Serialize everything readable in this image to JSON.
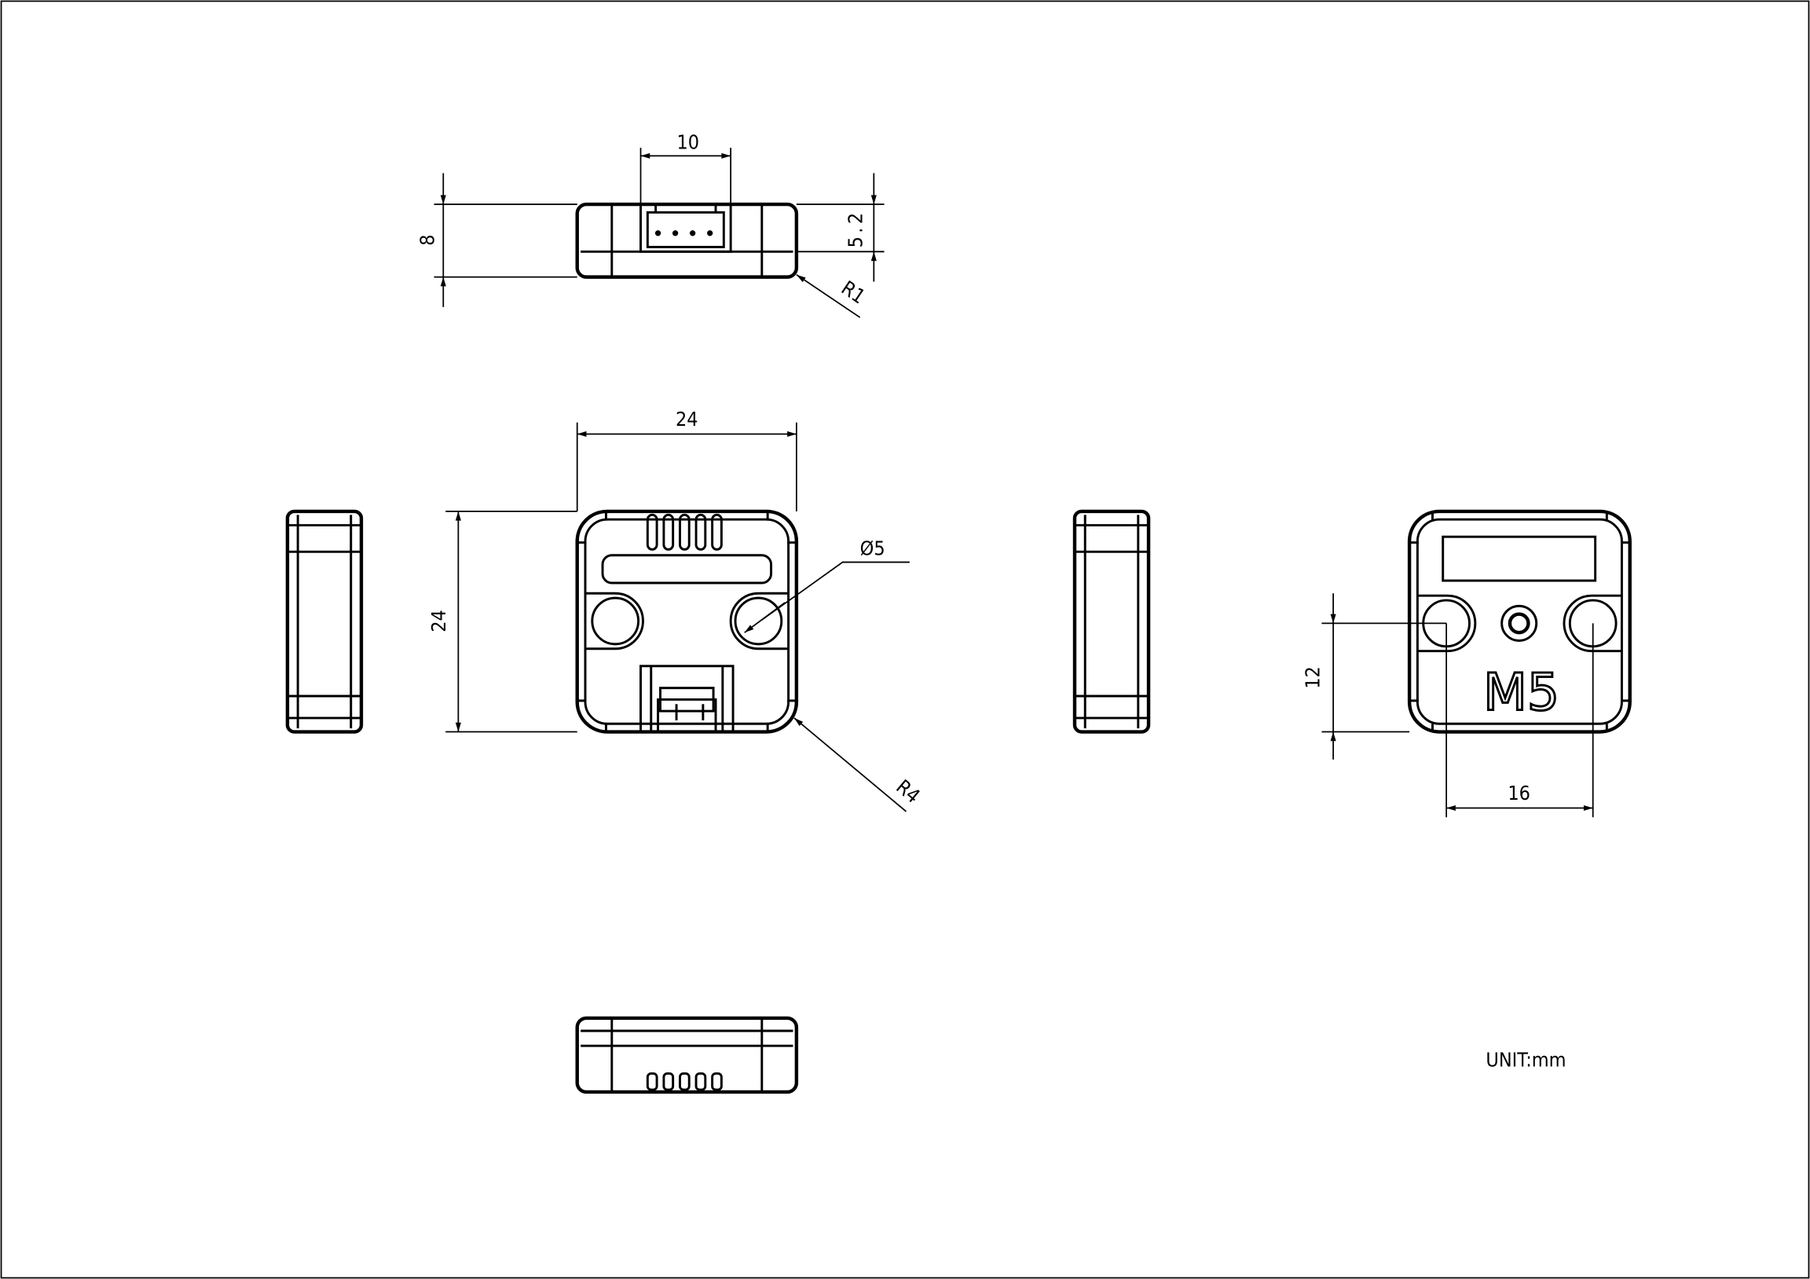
{
  "drawing": {
    "unit_note": "UNIT:mm",
    "logo_text": "M5",
    "top_view": {
      "connector_width": "10",
      "height": "8",
      "connector_height": "5.2",
      "edge_radius": "R1"
    },
    "front_view": {
      "width": "24",
      "height": "24",
      "hole_diameter": "Ø5",
      "corner_radius": "R4"
    },
    "back_view": {
      "hole_vertical": "12",
      "hole_spacing": "16"
    }
  }
}
